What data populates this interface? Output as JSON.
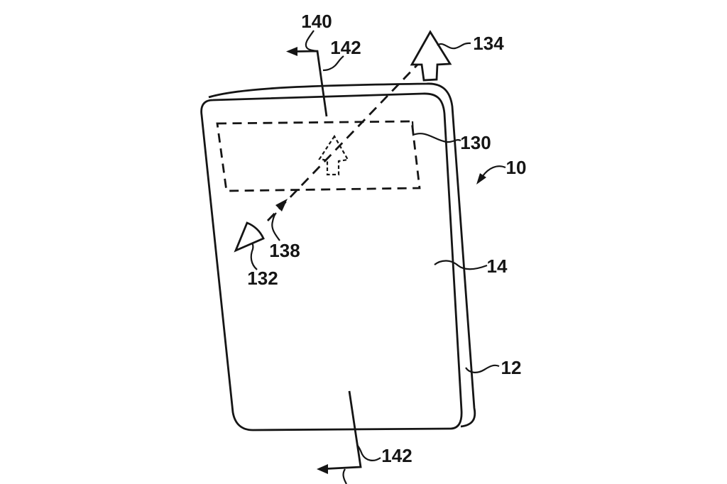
{
  "figure": {
    "background_color": "#ffffff",
    "line_color": "#151515",
    "reference_labels": [
      {
        "ref": "140",
        "text": "140"
      },
      {
        "ref": "142-top",
        "text": "142"
      },
      {
        "ref": "134",
        "text": "134"
      },
      {
        "ref": "130",
        "text": "130"
      },
      {
        "ref": "10",
        "text": "10"
      },
      {
        "ref": "138",
        "text": "138"
      },
      {
        "ref": "132",
        "text": "132"
      },
      {
        "ref": "14",
        "text": "14"
      },
      {
        "ref": "12",
        "text": "12"
      },
      {
        "ref": "142-bottom",
        "text": "142"
      }
    ]
  }
}
